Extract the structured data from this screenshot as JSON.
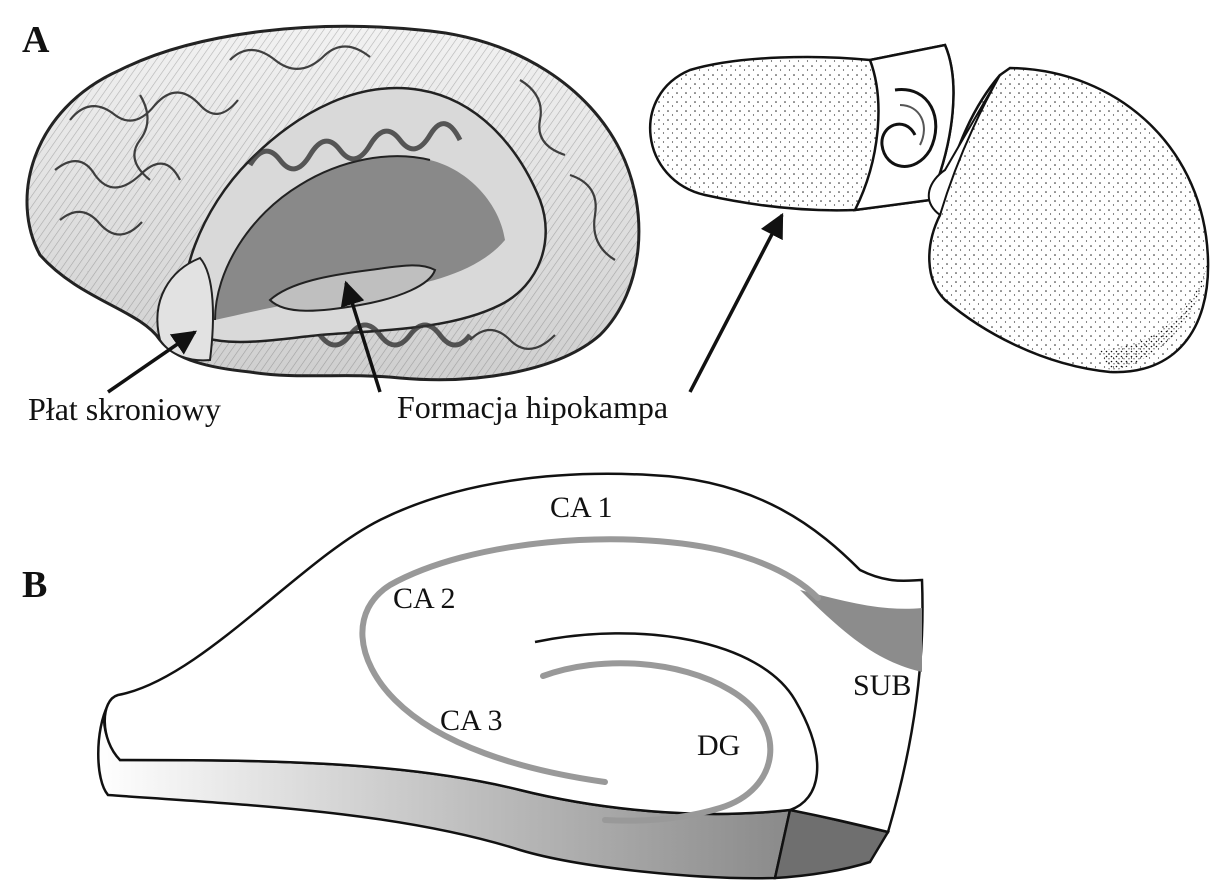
{
  "panel_a": {
    "letter": "A",
    "labels": {
      "temporal_lobe": "Płat skroniowy",
      "hippocampal_formation": "Formacja hipokampa"
    }
  },
  "panel_b": {
    "letter": "B",
    "regions": {
      "ca1": "CA 1",
      "ca2": "CA 2",
      "ca3": "CA 3",
      "dg": "DG",
      "sub": "SUB"
    }
  },
  "colors": {
    "line": "#111111",
    "pyramidal_layer": "#999999",
    "subiculum_fill": "#8c8c8c",
    "brain_shade": "#9a9a9a",
    "brain_dark": "#555555"
  }
}
